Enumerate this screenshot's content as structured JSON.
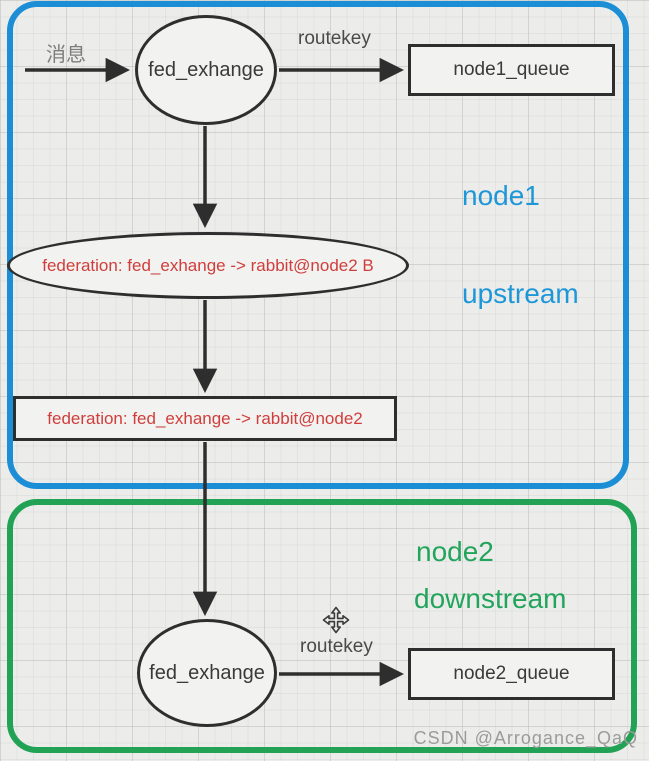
{
  "diagram": {
    "node1": {
      "region_label": "node1",
      "role_label": "upstream",
      "message_label": "消息",
      "exchange_label": "fed_exhange",
      "routekey_label": "routekey",
      "queue_label": "node1_queue",
      "federation_link_label": "federation: fed_exhange -> rabbit@node2 B",
      "federation_queue_label": "federation: fed_exhange -> rabbit@node2"
    },
    "node2": {
      "region_label": "node2",
      "role_label": "downstream",
      "exchange_label": "fed_exhange",
      "routekey_label": "routekey",
      "queue_label": "node2_queue"
    }
  },
  "watermark": "CSDN @Arrogance_QaQ",
  "icons": {
    "move_icon": "move-cursor"
  },
  "colors": {
    "node1_border": "#1b8ed6",
    "node1_text": "#1e97d9",
    "node2_border": "#21a255",
    "node2_text": "#23a45c",
    "federation_text": "#cf3e3c",
    "shape_stroke": "#2e2e2e",
    "message_text": "#7d7d7d",
    "watermark_text": "#9b9b9b"
  }
}
